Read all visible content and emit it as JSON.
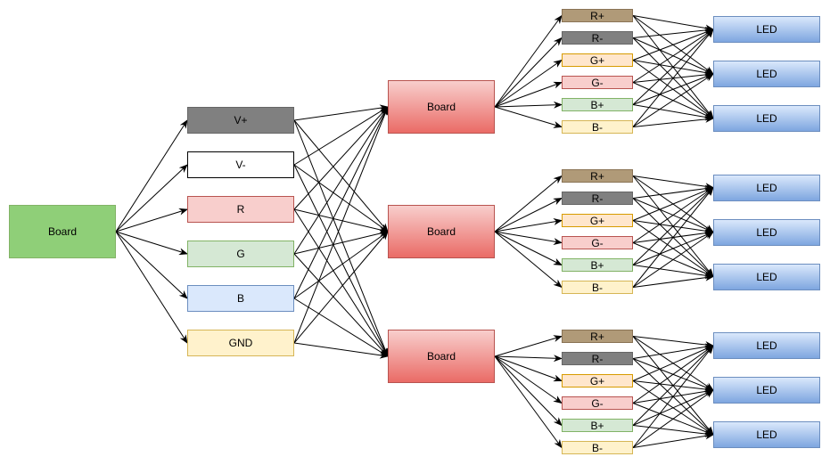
{
  "diagram": {
    "source": {
      "label": "Board",
      "fill": "#8fcf78",
      "stroke": "#82b366"
    },
    "signals": [
      {
        "label": "V+",
        "fill": "#808080",
        "stroke": "#666666"
      },
      {
        "label": "V-",
        "fill": "#ffffff",
        "stroke": "#000000"
      },
      {
        "label": "R",
        "fill": "#f8cecc",
        "stroke": "#b85450"
      },
      {
        "label": "G",
        "fill": "#d5e8d4",
        "stroke": "#82b366"
      },
      {
        "label": "B",
        "fill": "#dae8fc",
        "stroke": "#6c8ebf"
      },
      {
        "label": "GND",
        "fill": "#fff2cc",
        "stroke": "#d6b656"
      }
    ],
    "boards": [
      {
        "label": "Board",
        "pins": [
          {
            "label": "R+",
            "fill": "#b09a78",
            "stroke": "#8a7355"
          },
          {
            "label": "R-",
            "fill": "#808080",
            "stroke": "#666666"
          },
          {
            "label": "G+",
            "fill": "#ffe6cc",
            "stroke": "#d79b00"
          },
          {
            "label": "G-",
            "fill": "#f8cecc",
            "stroke": "#b85450"
          },
          {
            "label": "B+",
            "fill": "#d5e8d4",
            "stroke": "#82b366"
          },
          {
            "label": "B-",
            "fill": "#fff2cc",
            "stroke": "#d6b656"
          }
        ],
        "leds": [
          "LED",
          "LED",
          "LED"
        ]
      },
      {
        "label": "Board",
        "pins": [
          {
            "label": "R+",
            "fill": "#b09a78",
            "stroke": "#8a7355"
          },
          {
            "label": "R-",
            "fill": "#808080",
            "stroke": "#666666"
          },
          {
            "label": "G+",
            "fill": "#ffe6cc",
            "stroke": "#d79b00"
          },
          {
            "label": "G-",
            "fill": "#f8cecc",
            "stroke": "#b85450"
          },
          {
            "label": "B+",
            "fill": "#d5e8d4",
            "stroke": "#82b366"
          },
          {
            "label": "B-",
            "fill": "#fff2cc",
            "stroke": "#d6b656"
          }
        ],
        "leds": [
          "LED",
          "LED",
          "LED"
        ]
      },
      {
        "label": "Board",
        "pins": [
          {
            "label": "R+",
            "fill": "#b09a78",
            "stroke": "#8a7355"
          },
          {
            "label": "R-",
            "fill": "#808080",
            "stroke": "#666666"
          },
          {
            "label": "G+",
            "fill": "#ffe6cc",
            "stroke": "#d79b00"
          },
          {
            "label": "G-",
            "fill": "#f8cecc",
            "stroke": "#b85450"
          },
          {
            "label": "B+",
            "fill": "#d5e8d4",
            "stroke": "#82b366"
          },
          {
            "label": "B-",
            "fill": "#fff2cc",
            "stroke": "#d6b656"
          }
        ],
        "leds": [
          "LED",
          "LED",
          "LED"
        ]
      }
    ],
    "colors": {
      "board_gradient_top": "#f8cecc",
      "board_gradient_bottom": "#ea6b66",
      "board_stroke": "#b85450",
      "led_gradient_top": "#dae8fc",
      "led_gradient_bottom": "#7ea6e0",
      "led_stroke": "#6c8ebf",
      "edge": "#000000"
    }
  }
}
